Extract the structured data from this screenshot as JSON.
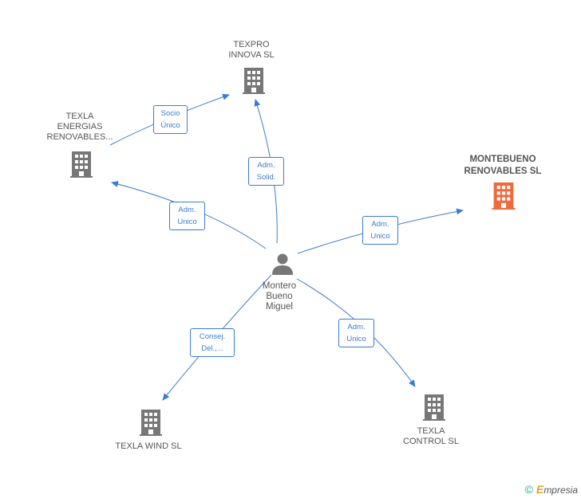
{
  "colors": {
    "edge": "#3a7bd5",
    "building": "#777777",
    "building_highlight": "#f06a3c",
    "person": "#777777"
  },
  "nodes": {
    "texpro": {
      "lines": [
        "TEXPRO",
        "INNOVA  SL"
      ]
    },
    "texla_energias": {
      "lines": [
        "TEXLA",
        "ENERGIAS",
        "RENOVABLES..."
      ]
    },
    "montebueno": {
      "lines": [
        "MONTEBUENO",
        "RENOVABLES SL"
      ]
    },
    "person": {
      "lines": [
        "Montero",
        "Bueno",
        "Miguel"
      ]
    },
    "texla_wind": {
      "lines": [
        "TEXLA WIND SL"
      ]
    },
    "texla_control": {
      "lines": [
        "TEXLA",
        "CONTROL SL"
      ]
    }
  },
  "edges": {
    "socio": {
      "lines": [
        "Socio",
        "Único"
      ]
    },
    "solid": {
      "lines": [
        "Adm.",
        "Solid."
      ]
    },
    "unico_energias": {
      "lines": [
        "Adm.",
        "Unico"
      ]
    },
    "unico_montebueno": {
      "lines": [
        "Adm.",
        "Unico"
      ]
    },
    "consej": {
      "lines": [
        "Consej.",
        "Del.,..."
      ]
    },
    "unico_control": {
      "lines": [
        "Adm.",
        "Unico"
      ]
    }
  },
  "footer": {
    "copyright": "©",
    "brand_first": "E",
    "brand_rest": "mpresia"
  }
}
